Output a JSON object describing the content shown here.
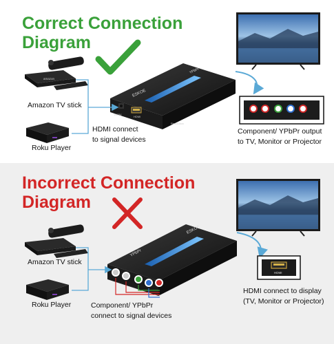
{
  "top": {
    "title_line1": "Correct Connection",
    "title_line2": "Diagram",
    "amazon_label": "Amazon TV stick",
    "roku_label": "Roku Player",
    "hdmi_label_line1": "HDMI connect",
    "hdmi_label_line2": "to signal devices",
    "output_label_line1": "Component/ YPbPr output",
    "output_label_line2": "to TV, Monitor or Projector",
    "check_icon": "check-mark-icon",
    "check_color": "#3aa13a"
  },
  "bottom": {
    "title_line1": "Incorrect Connection",
    "title_line2": "Diagram",
    "amazon_label": "Amazon TV stick",
    "roku_label": "Roku Player",
    "component_label_line1": "Component/ YPbPr",
    "component_label_line2": "connect to signal devices",
    "display_label_line1": "HDMI connect to display",
    "display_label_line2": "(TV, Monitor or Projector)",
    "hdmi_port_text": "HDMI",
    "cross_icon": "cross-mark-icon",
    "cross_color": "#d32626"
  },
  "device": {
    "brand": "ESKOE",
    "model": "YPbPr",
    "port_text": "HDMI",
    "fiveV_text": "DC5V",
    "resolution_text": "Resolution"
  },
  "tv_device_text": "amazon"
}
